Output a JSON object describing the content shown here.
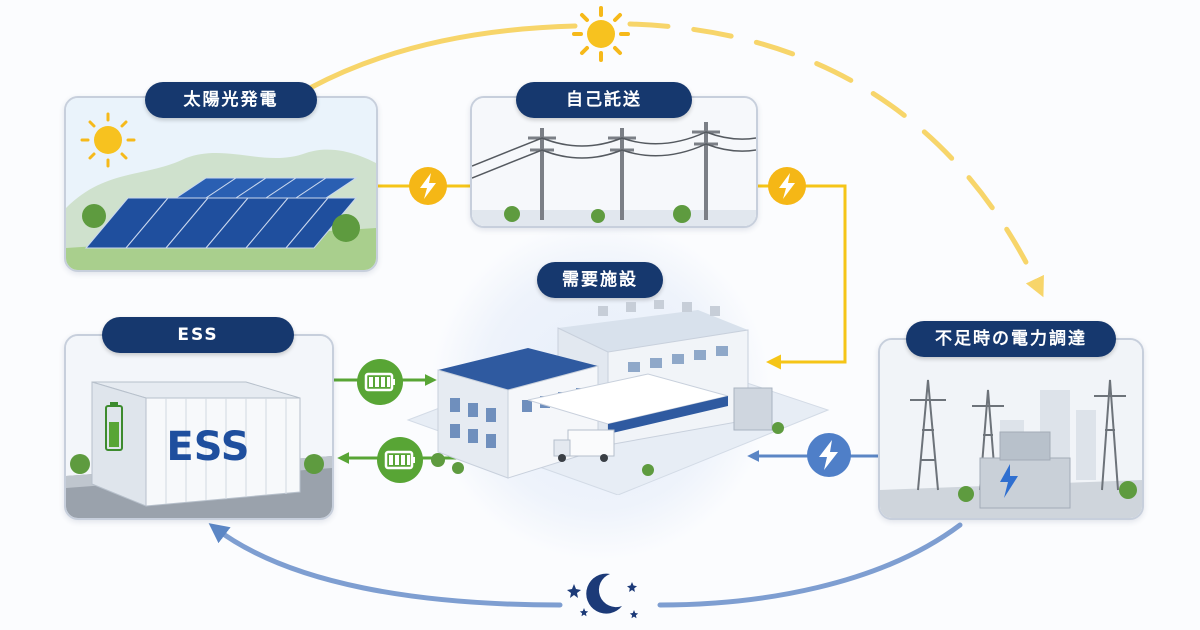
{
  "nodes": {
    "solar": {
      "label": "太陽光発電"
    },
    "wheeling": {
      "label": "自己託送"
    },
    "facility": {
      "label": "需要施設"
    },
    "ess": {
      "label": "ESS",
      "container_text": "ESS"
    },
    "grid": {
      "label": "不足時の電力調達"
    }
  },
  "colors": {
    "pill": "#16386e",
    "day_flow": "#f5c518",
    "night_flow": "#5b86c5",
    "battery_flow": "#58a535"
  },
  "icons": {
    "day": "sun-icon",
    "night": "moon-stars-icon",
    "power": "lightning-icon",
    "battery": "battery-icon"
  }
}
